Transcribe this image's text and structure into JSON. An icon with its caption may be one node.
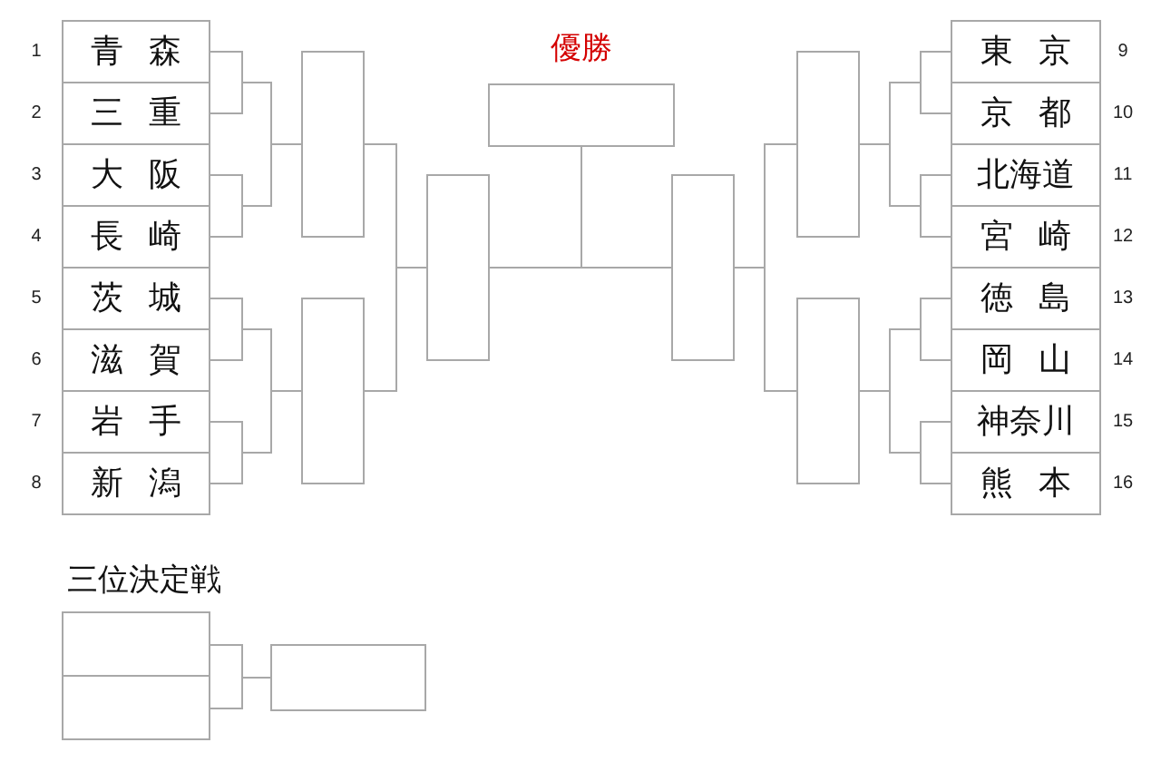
{
  "diagram": {
    "nodes": [
      {
        "text": [
          "青森"
        ],
        "beside": [
          "1"
        ]
      },
      {
        "text": [
          "三重"
        ],
        "beside": [
          "2"
        ]
      },
      {
        "text": [
          "大阪"
        ],
        "beside": [
          "3"
        ]
      },
      {
        "text": [
          "長崎"
        ],
        "beside": [
          "4"
        ]
      },
      {
        "text": [
          "茨城"
        ],
        "beside": [
          "5"
        ]
      },
      {
        "text": [
          "滋賀"
        ],
        "beside": [
          "6"
        ]
      },
      {
        "text": [
          "岩手"
        ],
        "beside": [
          "7"
        ]
      },
      {
        "text": [
          "新潟"
        ],
        "beside": [
          "8"
        ]
      },
      {
        "text": [],
        "shape": "box"
      },
      {
        "text": [],
        "shape": "box"
      },
      {
        "text": [],
        "shape": "box"
      },
      {
        "text": [
          "優勝"
        ]
      },
      {
        "text": [],
        "shape": "box"
      },
      {
        "text": [],
        "shape": "box"
      },
      {
        "text": [],
        "shape": "box"
      },
      {
        "text": [
          "東京"
        ],
        "beside": [
          "9"
        ]
      },
      {
        "text": [
          "京都"
        ],
        "beside": [
          "10"
        ]
      },
      {
        "text": [
          "北海道"
        ],
        "beside": [
          "11"
        ]
      },
      {
        "text": [
          "宮崎"
        ],
        "beside": [
          "12"
        ]
      },
      {
        "text": [
          "徳島"
        ],
        "beside": [
          "13"
        ]
      },
      {
        "text": [
          "岡山"
        ],
        "beside": [
          "14"
        ]
      },
      {
        "text": [
          "神奈川"
        ],
        "beside": [
          "15"
        ]
      },
      {
        "text": [
          "熊本"
        ],
        "beside": [
          "16"
        ]
      },
      {
        "text": [],
        "shape": "box"
      },
      {
        "text": [],
        "shape": "box"
      },
      {
        "text": [],
        "shape": "box"
      }
    ],
    "edges": [
      {
        "from": 0,
        "to": 8,
        "arrow": "none"
      },
      {
        "from": 1,
        "to": 8,
        "arrow": "none"
      },
      {
        "from": 2,
        "to": 8,
        "arrow": "none"
      },
      {
        "from": 3,
        "to": 8,
        "arrow": "none"
      },
      {
        "from": 4,
        "to": 9,
        "arrow": "none"
      },
      {
        "from": 5,
        "to": 9,
        "arrow": "none"
      },
      {
        "from": 6,
        "to": 9,
        "arrow": "none"
      },
      {
        "from": 7,
        "to": 9,
        "arrow": "none"
      },
      {
        "from": 8,
        "to": 10,
        "arrow": "none"
      },
      {
        "from": 9,
        "to": 10,
        "arrow": "none"
      },
      {
        "from": 10,
        "to": 11,
        "arrow": "none"
      },
      {
        "from": 12,
        "to": 11,
        "arrow": "none"
      },
      {
        "from": 13,
        "to": 12,
        "arrow": "none"
      },
      {
        "from": 14,
        "to": 12,
        "arrow": "none"
      },
      {
        "from": 15,
        "to": 13,
        "arrow": "none"
      },
      {
        "from": 16,
        "to": 13,
        "arrow": "none"
      },
      {
        "from": 17,
        "to": 13,
        "arrow": "none"
      },
      {
        "from": 18,
        "to": 13,
        "arrow": "none"
      },
      {
        "from": 19,
        "to": 14,
        "arrow": "none"
      },
      {
        "from": 20,
        "to": 14,
        "arrow": "none"
      },
      {
        "from": 21,
        "to": 14,
        "arrow": "none"
      },
      {
        "from": 22,
        "to": 14,
        "arrow": "none"
      },
      {
        "from": 23,
        "to": 25,
        "arrow": "none"
      },
      {
        "from": 24,
        "to": 25,
        "arrow": "none"
      }
    ],
    "labels": [
      "三位決定戦"
    ]
  }
}
